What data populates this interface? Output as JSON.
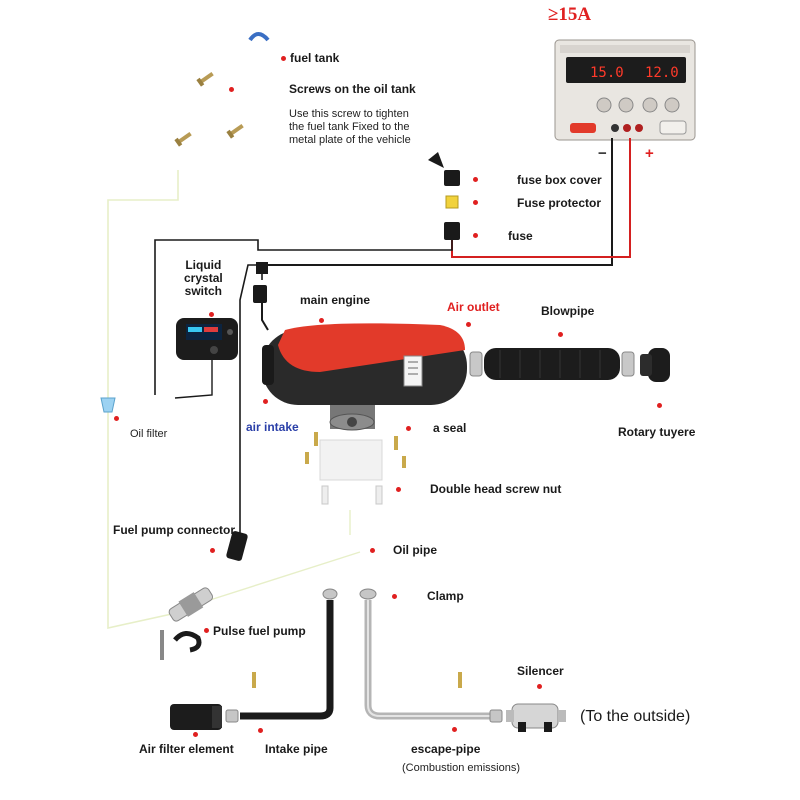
{
  "current_label": "≥15A",
  "power_supply": {
    "voltage": "15.0",
    "current": "12.0",
    "minus": "−",
    "plus": "+"
  },
  "labels": {
    "fuel_tank": "fuel tank",
    "screws_on_oil_tank": "Screws on the oil tank",
    "screw_note": "Use this screw to tighten\nthe fuel tank Fixed to the\nmetal plate of the vehicle",
    "fuse_box_cover": "fuse box cover",
    "fuse_protector": "Fuse protector",
    "fuse": "fuse",
    "liquid_crystal_switch": "Liquid\ncrystal\nswitch",
    "main_engine": "main engine",
    "air_outlet": "Air outlet",
    "blowpipe": "Blowpipe",
    "air_intake": "air intake",
    "a_seal": "a seal",
    "rotary_tuyere": "Rotary tuyere",
    "oil_filter": "Oil filter",
    "double_head_screw_nut": "Double head screw nut",
    "fuel_pump_connector": "Fuel pump connector",
    "oil_pipe": "Oil pipe",
    "clamp": "Clamp",
    "pulse_fuel_pump": "Pulse fuel pump",
    "silencer": "Silencer",
    "to_outside": "(To the outside)",
    "air_filter_element": "Air filter element",
    "intake_pipe": "Intake pipe",
    "escape_pipe": "escape-pipe",
    "combustion_emissions": "(Combustion emissions)"
  },
  "colors": {
    "accent_red": "#e02020",
    "heater_red": "#e23a2a",
    "wire_red": "#d42020",
    "fuel_line": "#e7efc8"
  }
}
